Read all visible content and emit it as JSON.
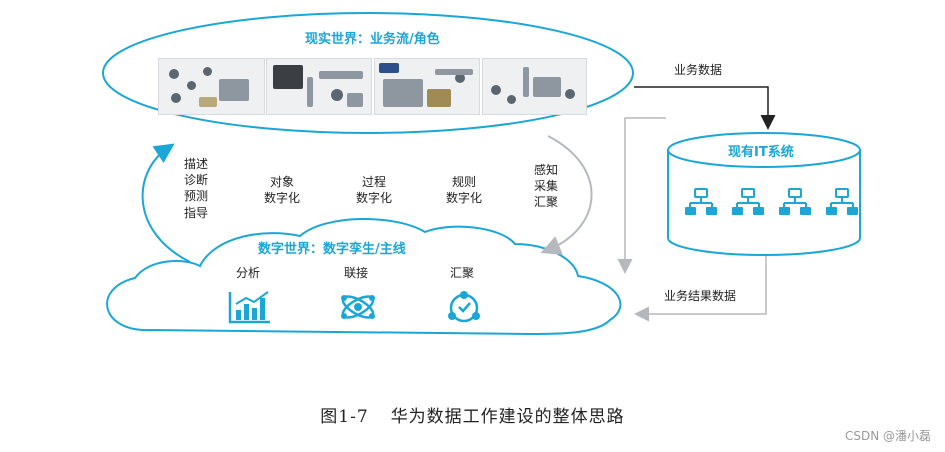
{
  "real_world": {
    "title": "现实世界：业务流/角色",
    "photos": [
      "factory-photo-1",
      "factory-photo-2",
      "factory-photo-3",
      "factory-photo-4"
    ]
  },
  "digital_world": {
    "title": "数字世界：数字孪生/主线",
    "items": [
      {
        "label": "分析",
        "icon": "bar-chart-icon"
      },
      {
        "label": "联接",
        "icon": "network-icon"
      },
      {
        "label": "汇聚",
        "icon": "convergence-icon"
      }
    ]
  },
  "it_system": {
    "title": "现有IT系统",
    "icons": [
      "org-chart-icon",
      "org-chart-icon",
      "org-chart-icon",
      "org-chart-icon"
    ]
  },
  "flows": {
    "business_data": "业务数据",
    "business_result_data": "业务结果数据",
    "left_arrow_label": "描述\n诊断\n预测\n指导",
    "object_digital": "对象\n数字化",
    "process_digital": "过程\n数字化",
    "rule_digital": "规则\n数字化",
    "right_arrow_label": "感知\n采集\n汇聚"
  },
  "caption": {
    "figure_no": "图1-7",
    "text": "华为数据工作建设的整体思路"
  },
  "watermark": "CSDN @潘小磊",
  "colors": {
    "accent": "#1aa7d8",
    "arrow_gray": "#b5b9bd",
    "arrow_dark": "#222222"
  }
}
